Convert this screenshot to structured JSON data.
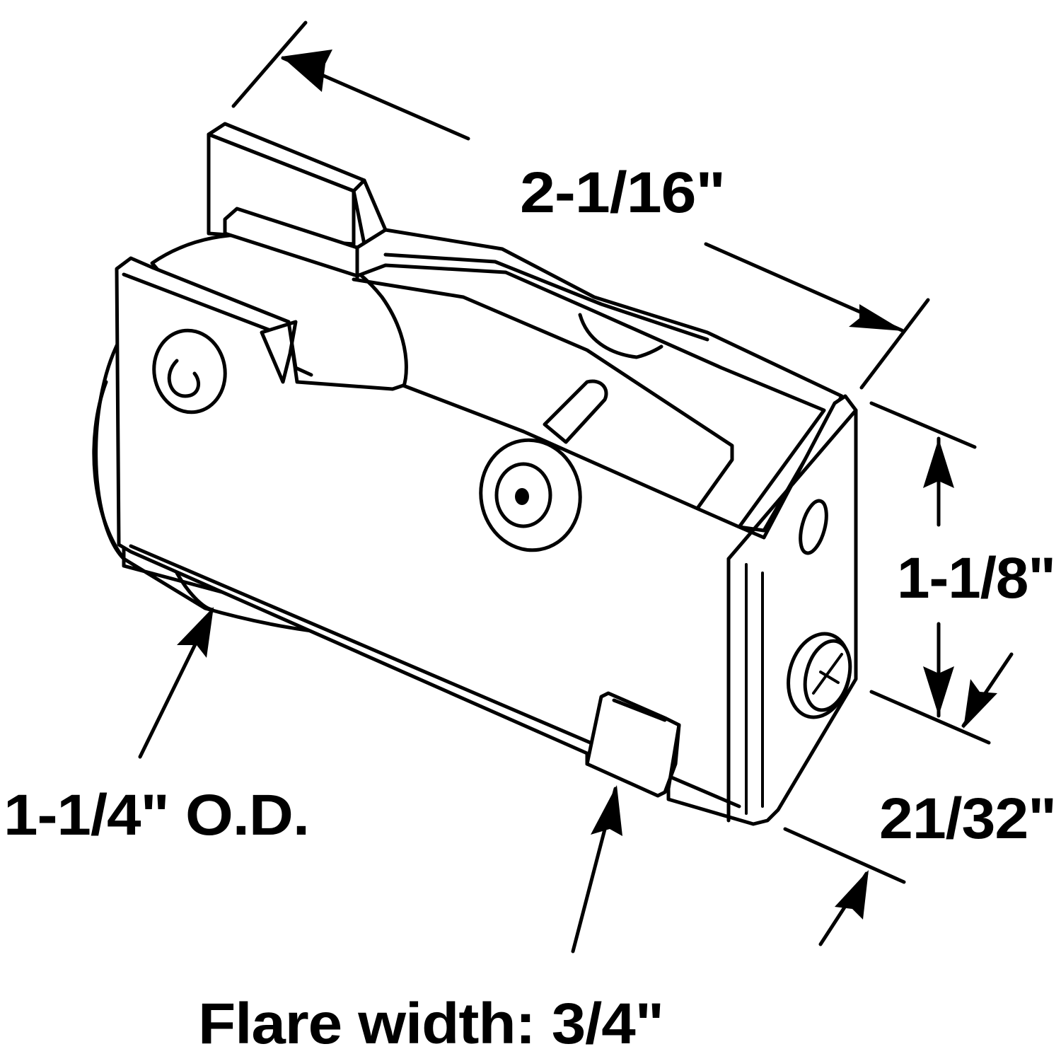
{
  "colors": {
    "line": "#000000",
    "background": "#ffffff"
  },
  "dimensions": {
    "length": "2-1/16\"",
    "height": "1-1/8\"",
    "thickness": "21/32\"",
    "wheel_diameter": "1-1/4\" O.D.",
    "flare_width": "Flare width: 3/4\""
  }
}
